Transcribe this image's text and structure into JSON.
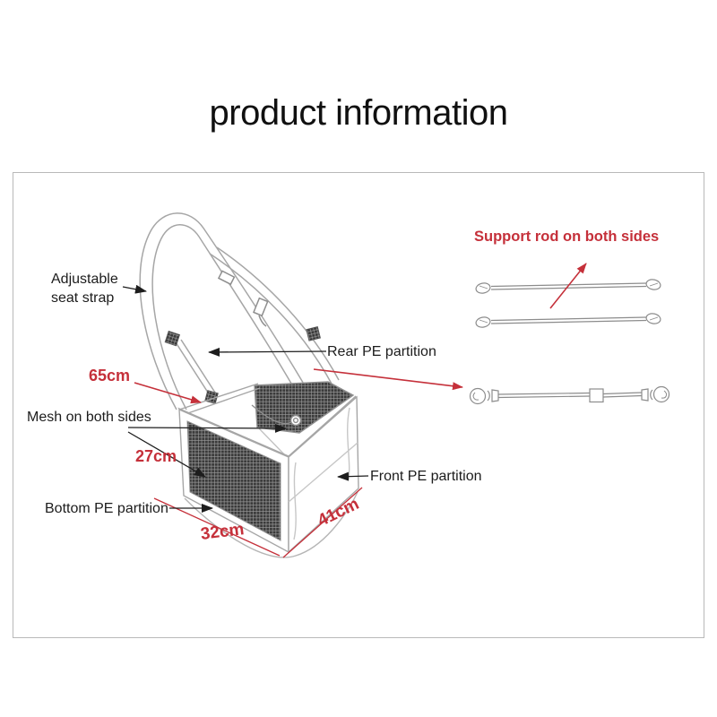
{
  "title": "product information",
  "labels": {
    "adjustable_seat_strap": "Adjustable seat strap",
    "rear_pe_partition": "Rear PE partition",
    "mesh_on_both_sides": "Mesh on both sides",
    "bottom_pe_partition": "Bottom PE partition",
    "front_pe_partition": "Front PE partition",
    "support_rod_on_both_sides": "Support rod on both sides"
  },
  "dimensions": {
    "strap_length": "65cm",
    "side_height": "27cm",
    "front_width": "32cm",
    "side_depth": "41cm"
  },
  "colors": {
    "accent_red": "#c5303a",
    "sketch_gray": "#a9a9a9",
    "mesh_dark": "#3a3a3a",
    "text_black": "#1c1c1c"
  }
}
